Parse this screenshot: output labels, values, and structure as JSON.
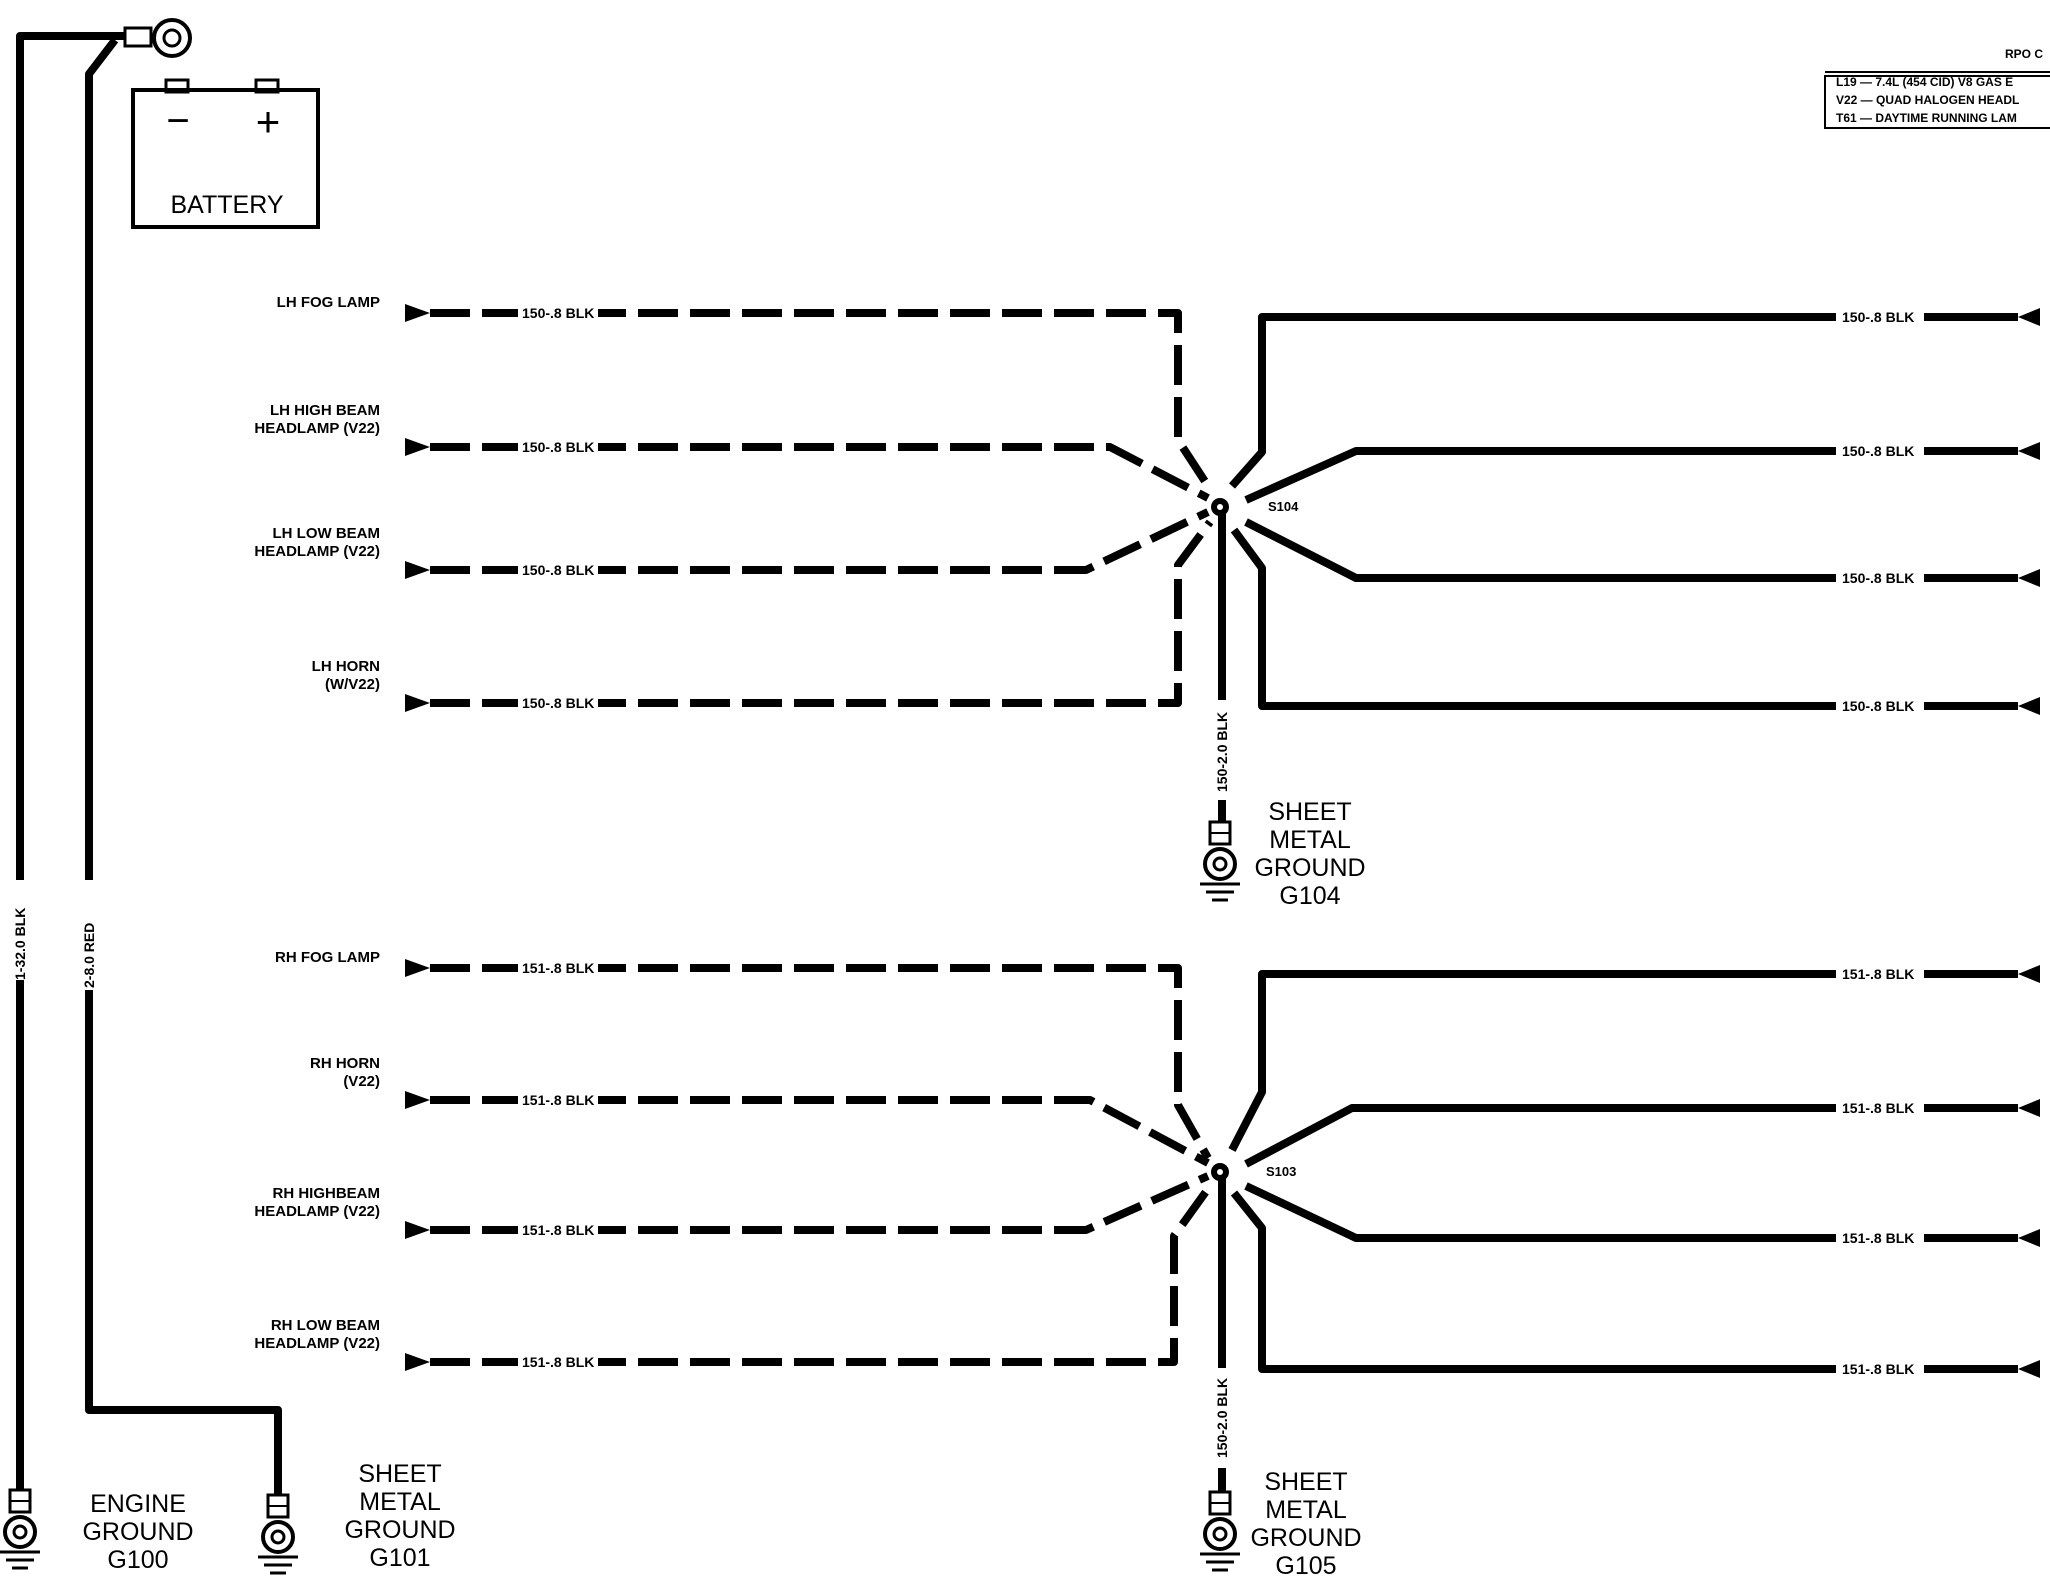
{
  "battery": {
    "label": "BATTERY",
    "minus": "−",
    "plus": "+"
  },
  "battery_cables": {
    "ground": "1-32.0 BLK",
    "positive": "2-8.0 RED"
  },
  "grounds": {
    "g100": [
      "ENGINE",
      "GROUND",
      "G100"
    ],
    "g101": [
      "SHEET",
      "METAL",
      "GROUND",
      "G101"
    ],
    "g104": [
      "SHEET",
      "METAL",
      "GROUND",
      "G104"
    ],
    "g105": [
      "SHEET",
      "METAL",
      "GROUND",
      "G105"
    ]
  },
  "rpo": {
    "title": "RPO C",
    "lines": [
      "L19 — 7.4L (454 CID) V8 GAS E",
      "V22 — QUAD HALOGEN HEADL",
      "T61 — DAYTIME RUNNING LAM"
    ]
  },
  "splices": {
    "s104": "S104",
    "s103": "S103"
  },
  "s104_ground_wire": "150-2.0 BLK",
  "s103_ground_wire": "150-2.0 BLK",
  "left_inputs_upper": [
    {
      "label": [
        "LH FOG LAMP"
      ],
      "wire": "150-.8 BLK"
    },
    {
      "label": [
        "LH HIGH BEAM",
        "HEADLAMP (V22)"
      ],
      "wire": "150-.8 BLK"
    },
    {
      "label": [
        "LH LOW BEAM",
        "HEADLAMP (V22)"
      ],
      "wire": "150-.8 BLK"
    },
    {
      "label": [
        "LH HORN",
        "(W/V22)"
      ],
      "wire": "150-.8 BLK"
    }
  ],
  "left_inputs_lower": [
    {
      "label": [
        "RH FOG LAMP"
      ],
      "wire": "151-.8 BLK"
    },
    {
      "label": [
        "RH HORN",
        "(V22)"
      ],
      "wire": "151-.8 BLK"
    },
    {
      "label": [
        "RH HIGHBEAM",
        "HEADLAMP (V22)"
      ],
      "wire": "151-.8 BLK"
    },
    {
      "label": [
        "RH LOW BEAM",
        "HEADLAMP (V22)"
      ],
      "wire": "151-.8 BLK"
    }
  ],
  "right_outputs_upper": [
    "150-.8 BLK",
    "150-.8 BLK",
    "150-.8 BLK",
    "150-.8 BLK"
  ],
  "right_outputs_lower": [
    "151-.8 BLK",
    "151-.8 BLK",
    "151-.8 BLK",
    "151-.8 BLK"
  ]
}
